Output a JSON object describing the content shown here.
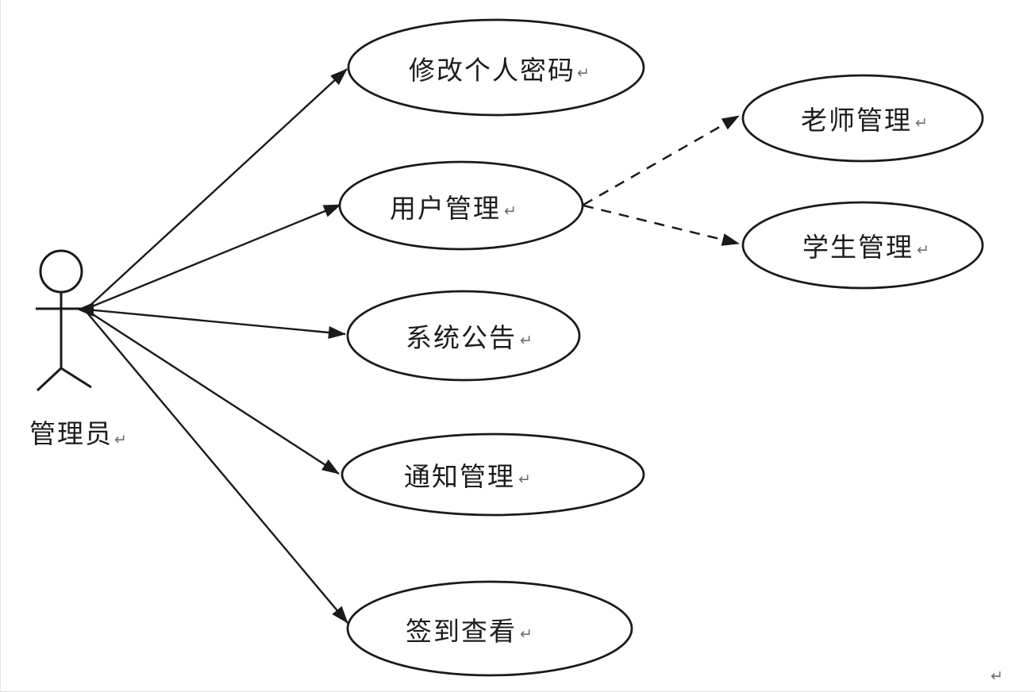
{
  "diagram": {
    "type": "use-case-diagram",
    "actor": {
      "label": "管理员"
    },
    "use_cases": [
      {
        "id": "change-password",
        "label": "修改个人密码"
      },
      {
        "id": "user-management",
        "label": "用户管理"
      },
      {
        "id": "teacher-management",
        "label": "老师管理"
      },
      {
        "id": "student-management",
        "label": "学生管理"
      },
      {
        "id": "system-announcement",
        "label": "系统公告"
      },
      {
        "id": "notice-management",
        "label": "通知管理"
      },
      {
        "id": "checkin-view",
        "label": "签到查看"
      }
    ],
    "connections": [
      {
        "from": "管理员",
        "to": "修改个人密码",
        "style": "solid-arrow"
      },
      {
        "from": "管理员",
        "to": "用户管理",
        "style": "solid-arrow"
      },
      {
        "from": "管理员",
        "to": "系统公告",
        "style": "solid-arrow"
      },
      {
        "from": "管理员",
        "to": "通知管理",
        "style": "solid-arrow"
      },
      {
        "from": "管理员",
        "to": "签到查看",
        "style": "solid-arrow"
      },
      {
        "from": "用户管理",
        "to": "老师管理",
        "style": "dashed-arrow"
      },
      {
        "from": "用户管理",
        "to": "学生管理",
        "style": "dashed-arrow"
      }
    ],
    "paragraph_mark": "↵",
    "colors": {
      "stroke": "#1a1a1a",
      "text": "#1c1c1c",
      "mark": "#6f6f6f",
      "background": "#ffffff"
    }
  }
}
